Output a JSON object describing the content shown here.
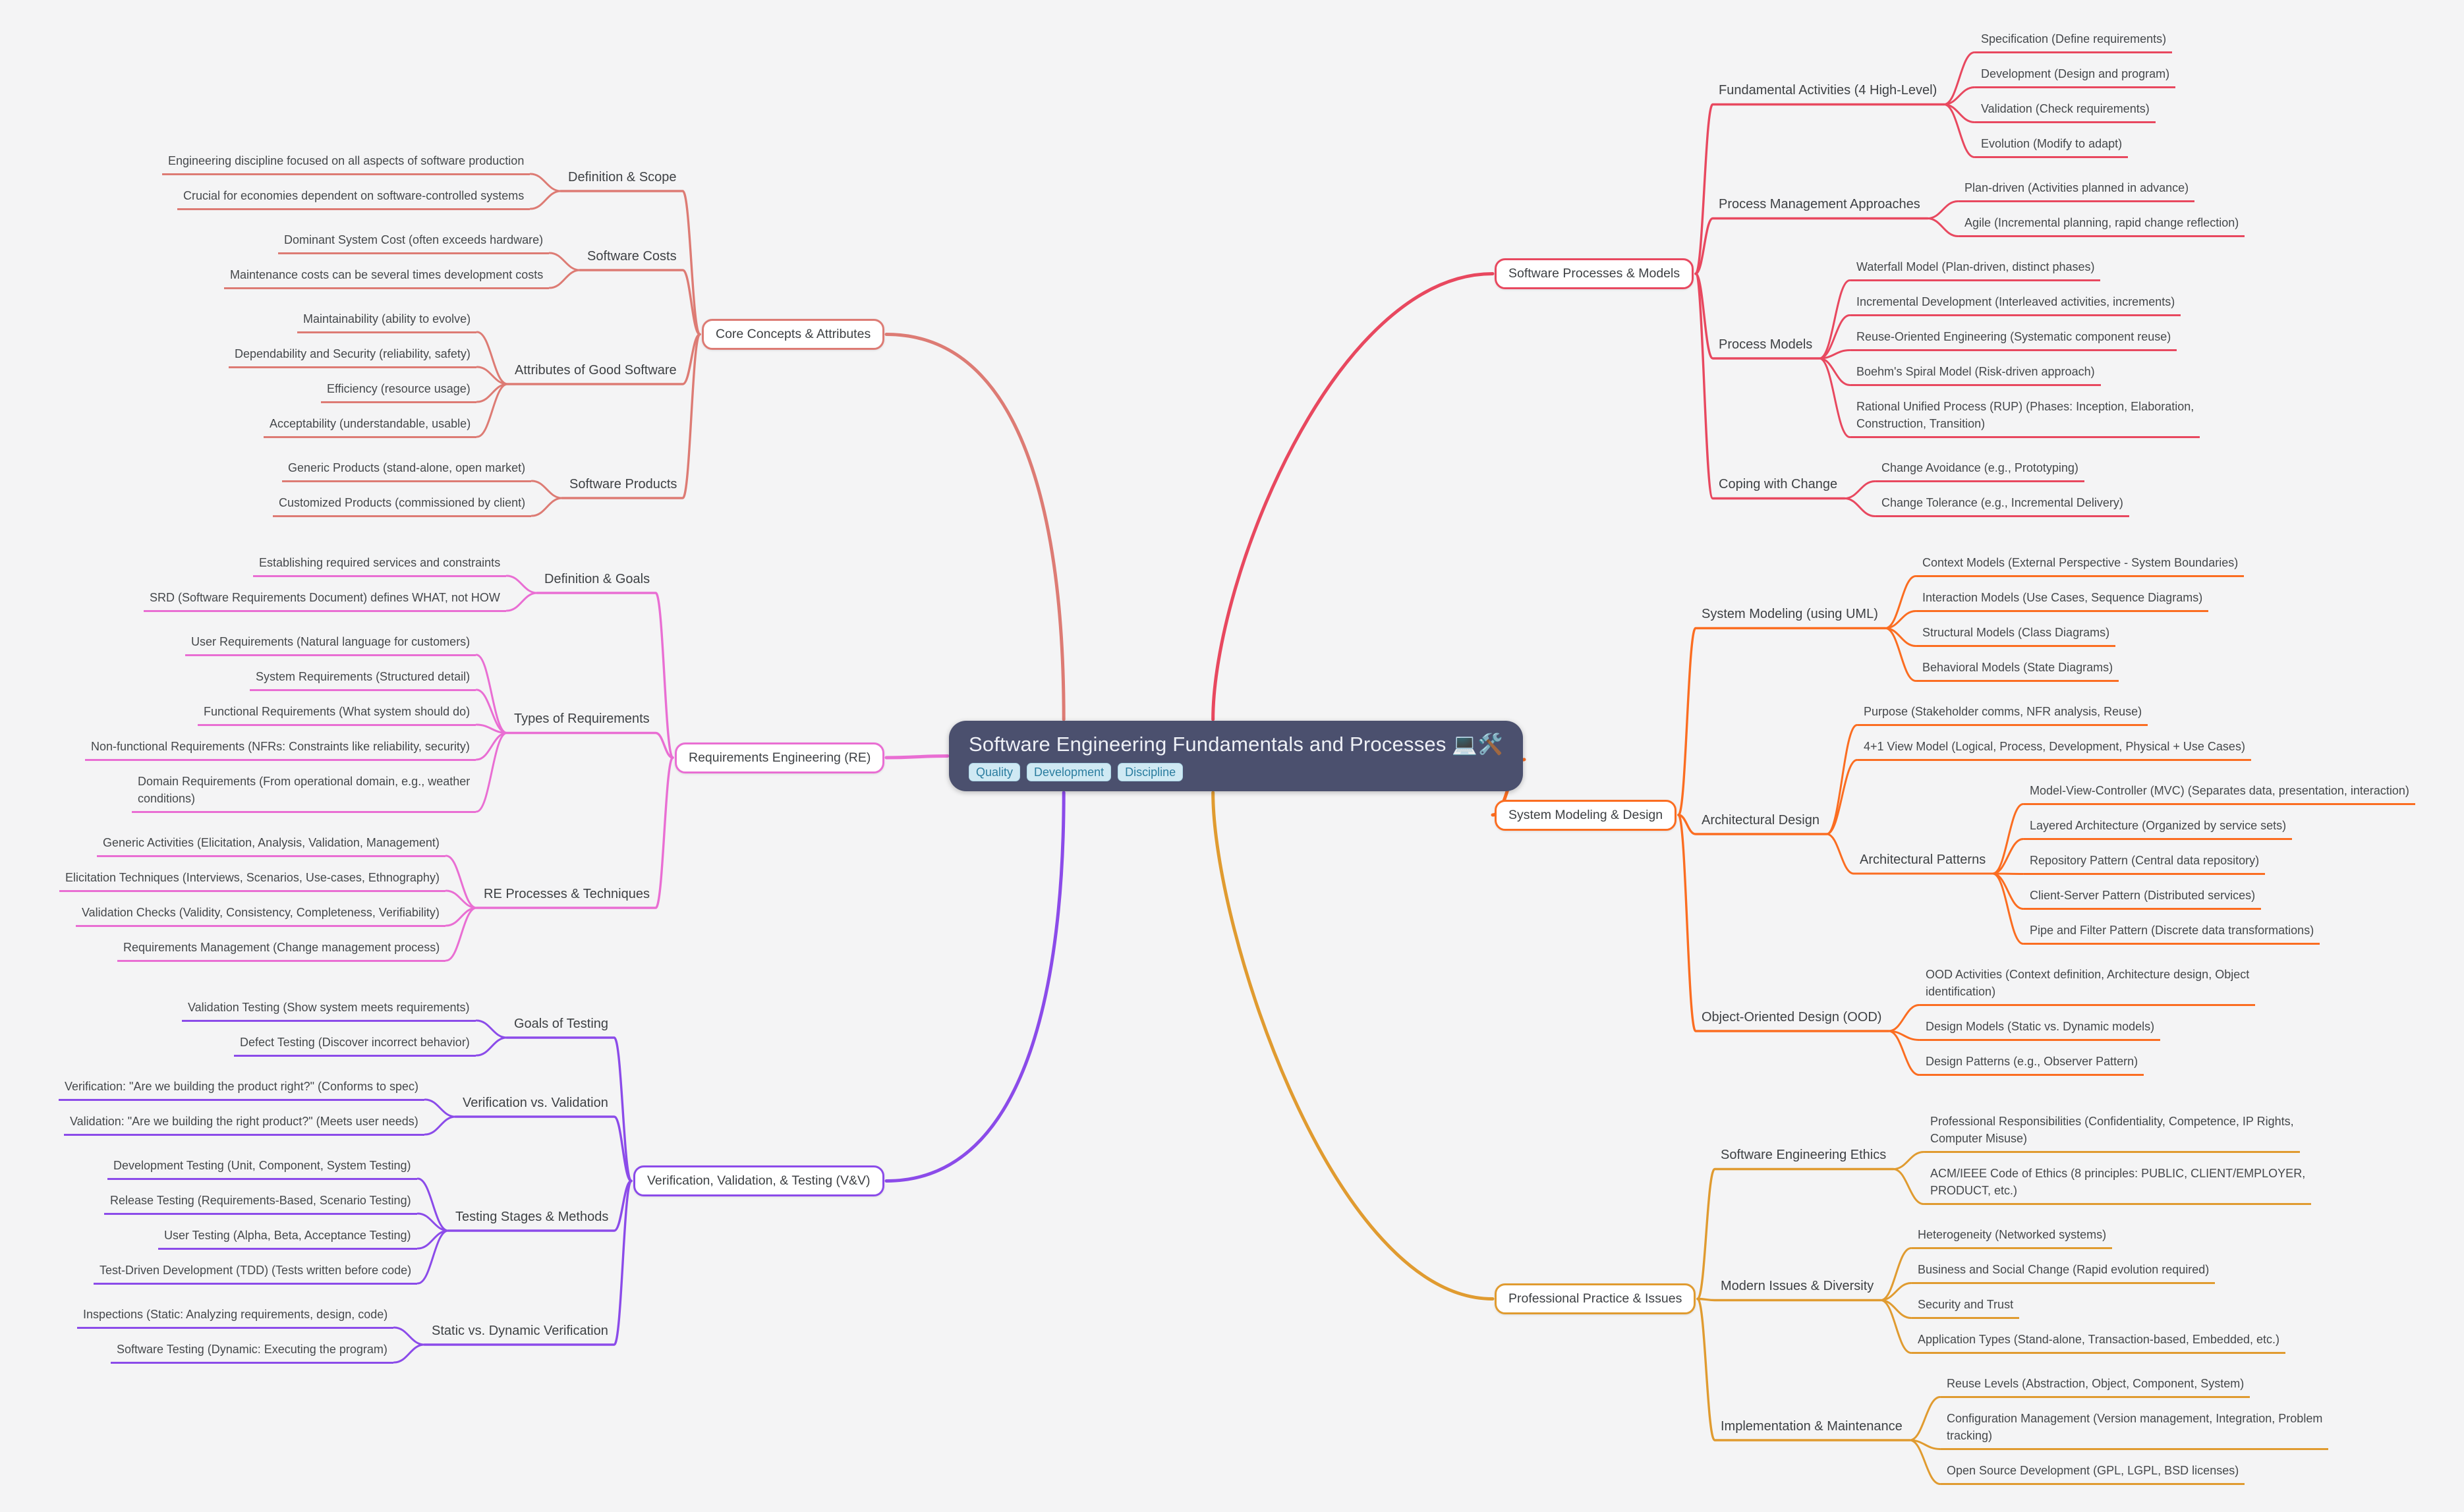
{
  "canvas": {
    "background": "#f4f4f5"
  },
  "root": {
    "title": "Software Engineering Fundamentals and Processes 💻🛠️",
    "tags": [
      "Quality",
      "Development",
      "Discipline"
    ],
    "bg_color": "#4b506e",
    "title_color": "#eef0f6",
    "tag_bg": "#cfe9f3",
    "tag_text": "#2b7d9f"
  },
  "branches": [
    {
      "id": "software-processes-models",
      "side": "right",
      "color": "#e8485f",
      "label": "Software Processes & Models",
      "children": [
        {
          "label": "Fundamental Activities (4 High-Level)",
          "children": [
            {
              "label": "Specification (Define requirements)"
            },
            {
              "label": "Development (Design and program)"
            },
            {
              "label": "Validation (Check requirements)"
            },
            {
              "label": "Evolution (Modify to adapt)"
            }
          ]
        },
        {
          "label": "Process Management Approaches",
          "children": [
            {
              "label": "Plan-driven (Activities planned in advance)"
            },
            {
              "label": "Agile (Incremental planning, rapid change reflection)"
            }
          ]
        },
        {
          "label": "Process Models",
          "children": [
            {
              "label": "Waterfall Model (Plan-driven, distinct phases)"
            },
            {
              "label": "Incremental Development (Interleaved activities, increments)"
            },
            {
              "label": "Reuse-Oriented Engineering (Systematic component reuse)"
            },
            {
              "label": "Boehm's Spiral Model (Risk-driven approach)"
            },
            {
              "label": [
                "Rational Unified Process (RUP) (Phases: Inception, Elaboration,",
                "Construction, Transition)"
              ]
            }
          ]
        },
        {
          "label": "Coping with Change",
          "children": [
            {
              "label": "Change Avoidance (e.g., Prototyping)"
            },
            {
              "label": "Change Tolerance (e.g., Incremental Delivery)"
            }
          ]
        }
      ]
    },
    {
      "id": "system-modeling-design",
      "side": "right",
      "color": "#fb6d21",
      "label": "System Modeling & Design",
      "children": [
        {
          "label": "System Modeling (using UML)",
          "children": [
            {
              "label": "Context Models (External Perspective - System Boundaries)"
            },
            {
              "label": "Interaction Models (Use Cases, Sequence Diagrams)"
            },
            {
              "label": "Structural Models (Class Diagrams)"
            },
            {
              "label": "Behavioral Models (State Diagrams)"
            }
          ]
        },
        {
          "label": "Architectural Design",
          "children": [
            {
              "label": "Purpose (Stakeholder comms, NFR analysis, Reuse)"
            },
            {
              "label": "4+1 View Model (Logical, Process, Development, Physical + Use Cases)"
            },
            {
              "label": "Architectural Patterns",
              "children": [
                {
                  "label": "Model-View-Controller (MVC) (Separates data, presentation, interaction)"
                },
                {
                  "label": "Layered Architecture (Organized by service sets)"
                },
                {
                  "label": "Repository Pattern (Central data repository)"
                },
                {
                  "label": "Client-Server Pattern (Distributed services)"
                },
                {
                  "label": "Pipe and Filter Pattern (Discrete data transformations)"
                }
              ]
            }
          ]
        },
        {
          "label": "Object-Oriented Design (OOD)",
          "children": [
            {
              "label": [
                "OOD Activities (Context definition, Architecture design, Object",
                "identification)"
              ]
            },
            {
              "label": "Design Models (Static vs. Dynamic models)"
            },
            {
              "label": "Design Patterns (e.g., Observer Pattern)"
            }
          ]
        }
      ]
    },
    {
      "id": "professional-practice-issues",
      "side": "right",
      "color": "#e09b30",
      "label": "Professional Practice & Issues",
      "children": [
        {
          "label": "Software Engineering Ethics",
          "children": [
            {
              "label": [
                "Professional Responsibilities (Confidentiality, Competence, IP Rights,",
                "Computer Misuse)"
              ]
            },
            {
              "label": [
                "ACM/IEEE Code of Ethics (8 principles: PUBLIC, CLIENT/EMPLOYER,",
                "PRODUCT, etc.)"
              ]
            }
          ]
        },
        {
          "label": "Modern Issues & Diversity",
          "children": [
            {
              "label": "Heterogeneity (Networked systems)"
            },
            {
              "label": "Business and Social Change (Rapid evolution required)"
            },
            {
              "label": "Security and Trust"
            },
            {
              "label": "Application Types (Stand-alone, Transaction-based, Embedded, etc.)"
            }
          ]
        },
        {
          "label": "Implementation & Maintenance",
          "children": [
            {
              "label": "Reuse Levels (Abstraction, Object, Component, System)"
            },
            {
              "label": [
                "Configuration Management (Version management, Integration, Problem",
                "tracking)"
              ]
            },
            {
              "label": "Open Source Development (GPL, LGPL, BSD licenses)"
            }
          ]
        }
      ]
    },
    {
      "id": "core-concepts-attributes",
      "side": "left",
      "color": "#dd7b74",
      "label": "Core Concepts & Attributes",
      "children": [
        {
          "label": "Definition & Scope",
          "children": [
            {
              "label": "Engineering discipline focused on all aspects of software production"
            },
            {
              "label": "Crucial for economies dependent on software-controlled systems"
            }
          ]
        },
        {
          "label": "Software Costs",
          "children": [
            {
              "label": "Dominant System Cost (often exceeds hardware)"
            },
            {
              "label": "Maintenance costs can be several times development costs"
            }
          ]
        },
        {
          "label": "Attributes of Good Software",
          "children": [
            {
              "label": "Maintainability (ability to evolve)"
            },
            {
              "label": "Dependability and Security (reliability, safety)"
            },
            {
              "label": "Efficiency (resource usage)"
            },
            {
              "label": "Acceptability (understandable, usable)"
            }
          ]
        },
        {
          "label": "Software Products",
          "children": [
            {
              "label": "Generic Products (stand-alone, open market)"
            },
            {
              "label": "Customized Products (commissioned by client)"
            }
          ]
        }
      ]
    },
    {
      "id": "requirements-engineering",
      "side": "left",
      "color": "#e96ed3",
      "label": "Requirements Engineering (RE)",
      "children": [
        {
          "label": "Definition & Goals",
          "children": [
            {
              "label": "Establishing required services and constraints"
            },
            {
              "label": "SRD (Software Requirements Document) defines WHAT, not HOW"
            }
          ]
        },
        {
          "label": "Types of Requirements",
          "children": [
            {
              "label": "User Requirements (Natural language for customers)"
            },
            {
              "label": "System Requirements (Structured detail)"
            },
            {
              "label": "Functional Requirements (What system should do)"
            },
            {
              "label": "Non-functional Requirements (NFRs: Constraints like reliability, security)"
            },
            {
              "label": [
                "Domain Requirements (From operational domain, e.g., weather",
                "conditions)"
              ]
            }
          ]
        },
        {
          "label": "RE Processes & Techniques",
          "children": [
            {
              "label": "Generic Activities (Elicitation, Analysis, Validation, Management)"
            },
            {
              "label": "Elicitation Techniques (Interviews, Scenarios, Use-cases, Ethnography)"
            },
            {
              "label": "Validation Checks (Validity, Consistency, Completeness, Verifiability)"
            },
            {
              "label": "Requirements Management (Change management process)"
            }
          ]
        }
      ]
    },
    {
      "id": "verification-validation-testing",
      "side": "left",
      "color": "#8b4be9",
      "label": "Verification, Validation, & Testing (V&V)",
      "children": [
        {
          "label": "Goals of Testing",
          "children": [
            {
              "label": "Validation Testing (Show system meets requirements)"
            },
            {
              "label": "Defect Testing (Discover incorrect behavior)"
            }
          ]
        },
        {
          "label": "Verification vs. Validation",
          "children": [
            {
              "label": "Verification: \"Are we building the product right?\" (Conforms to spec)"
            },
            {
              "label": "Validation: \"Are we building the right product?\" (Meets user needs)"
            }
          ]
        },
        {
          "label": "Testing Stages & Methods",
          "children": [
            {
              "label": "Development Testing (Unit, Component, System Testing)"
            },
            {
              "label": "Release Testing (Requirements-Based, Scenario Testing)"
            },
            {
              "label": "User Testing (Alpha, Beta, Acceptance Testing)"
            },
            {
              "label": "Test-Driven Development (TDD) (Tests written before code)"
            }
          ]
        },
        {
          "label": "Static vs. Dynamic Verification",
          "children": [
            {
              "label": "Inspections (Static: Analyzing requirements, design, code)"
            },
            {
              "label": "Software Testing (Dynamic: Executing the program)"
            }
          ]
        }
      ]
    }
  ]
}
